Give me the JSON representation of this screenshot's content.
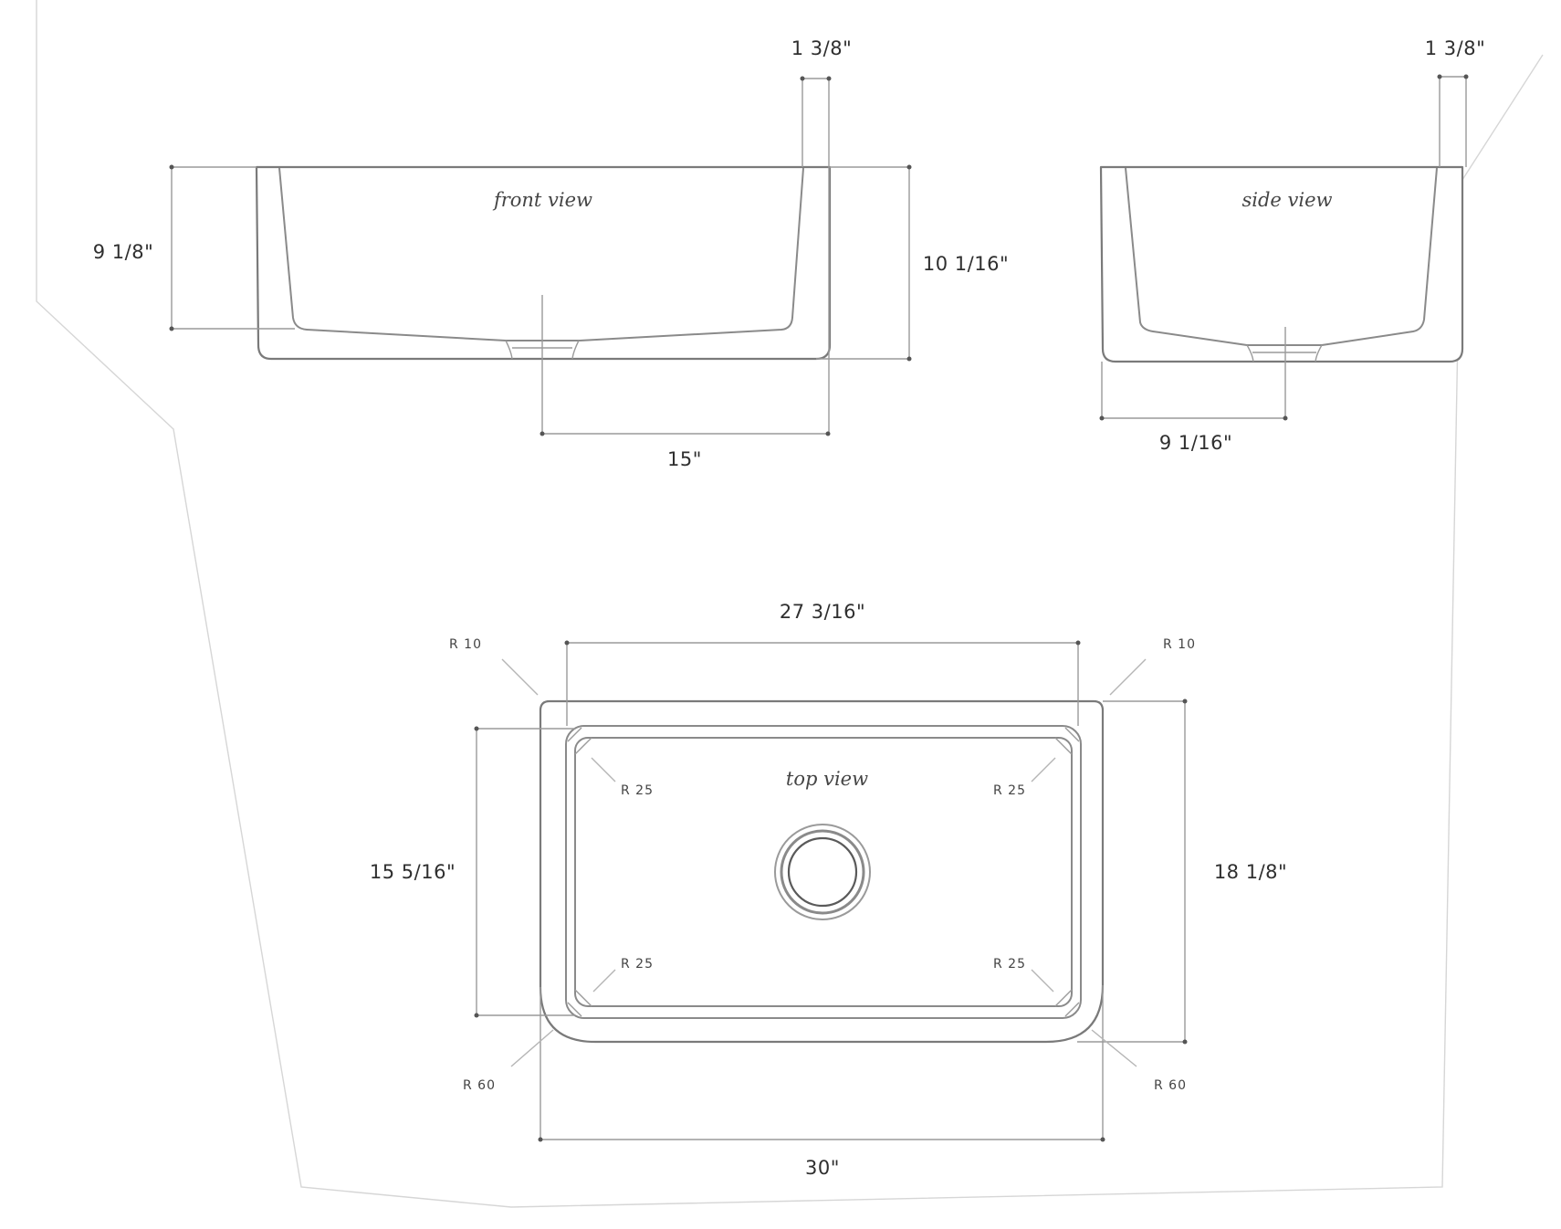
{
  "views": {
    "front": "front view",
    "side": "side view",
    "top": "top view"
  },
  "dimensions": {
    "front_wall": "1 3/8\"",
    "front_depth": "9 1/8\"",
    "front_height": "10 1/16\"",
    "front_half_width": "15\"",
    "side_wall": "1 3/8\"",
    "side_half_depth": "9 1/16\"",
    "top_inner_width": "27 3/16\"",
    "top_inner_depth": "15 5/16\"",
    "top_outer_depth": "18 1/8\"",
    "top_outer_width": "30\""
  },
  "radii": {
    "outer_back_left": "R 10",
    "outer_back_right": "R 10",
    "inner_back_left": "R 25",
    "inner_back_right": "R 25",
    "inner_front_left": "R 25",
    "inner_front_right": "R 25",
    "outer_front_left": "R 60",
    "outer_front_right": "R 60"
  }
}
